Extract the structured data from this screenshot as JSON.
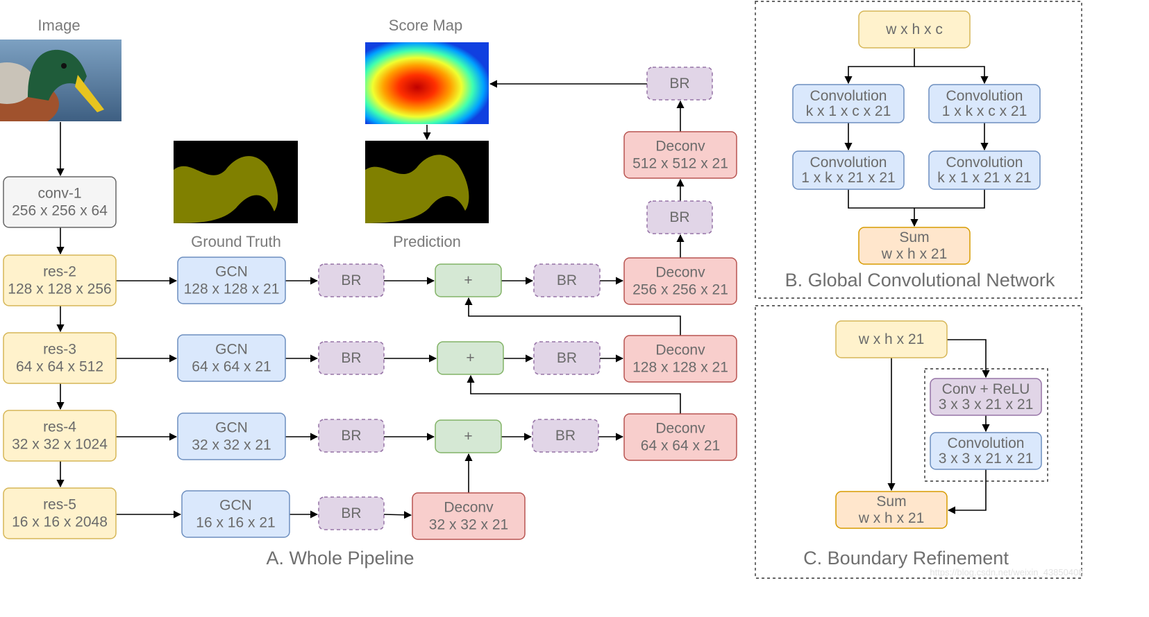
{
  "colors": {
    "yellow_fill": "#fff2cc",
    "yellow_stroke": "#d6b656",
    "blue_fill": "#dae8fc",
    "blue_stroke": "#6c8ebf",
    "red_fill": "#f8cecc",
    "red_stroke": "#b85450",
    "purple_fill": "#e1d5e7",
    "purple_stroke": "#9673a6",
    "green_fill": "#d5e8d4",
    "green_stroke": "#82b366",
    "gray_fill": "#f5f5f5",
    "gray_stroke": "#666666",
    "orange_fill": "#ffe6cc",
    "orange_stroke": "#d79b00",
    "mask_bg": "#000000",
    "mask_fg": "#808000",
    "text": "#6b6b6b"
  },
  "titles": {
    "image": "Image",
    "score_map": "Score Map",
    "ground_truth": "Ground Truth",
    "prediction": "Prediction"
  },
  "sections": {
    "a": "A. Whole Pipeline",
    "b": "B. Global Convolutional Network",
    "c": "C. Boundary Refinement"
  },
  "nodes": {
    "conv1": [
      "conv-1",
      "256 x 256 x 64"
    ],
    "res2": [
      "res-2",
      "128 x 128 x 256"
    ],
    "res3": [
      "res-3",
      "64 x 64 x 512"
    ],
    "res4": [
      "res-4",
      "32 x 32 x 1024"
    ],
    "res5": [
      "res-5",
      "16 x 16 x 2048"
    ],
    "gcn2": [
      "GCN",
      "128 x 128 x 21"
    ],
    "gcn3": [
      "GCN",
      "64 x 64 x 21"
    ],
    "gcn4": [
      "GCN",
      "32 x 32 x 21"
    ],
    "gcn5": [
      "GCN",
      "16 x 16 x 21"
    ],
    "br_a2": [
      "BR"
    ],
    "br_a3": [
      "BR"
    ],
    "br_a4": [
      "BR"
    ],
    "br_a5": [
      "BR"
    ],
    "plus2": [
      "+"
    ],
    "plus3": [
      "+"
    ],
    "plus4": [
      "+"
    ],
    "br_b2": [
      "BR"
    ],
    "br_b3": [
      "BR"
    ],
    "br_b4": [
      "BR"
    ],
    "deconv5": [
      "Deconv",
      "32 x 32 x 21"
    ],
    "deconv4": [
      "Deconv",
      "64 x 64 x 21"
    ],
    "deconv3": [
      "Deconv",
      "128 x 128 x 21"
    ],
    "deconv2": [
      "Deconv",
      "256 x 256 x 21"
    ],
    "br_top1": [
      "BR"
    ],
    "deconv1": [
      "Deconv",
      "512 x 512 x 21"
    ],
    "br_top2": [
      "BR"
    ],
    "gcn_in": [
      "w x h x c"
    ],
    "gcn_c1": [
      "Convolution",
      "k x 1 x c x 21"
    ],
    "gcn_c2": [
      "Convolution",
      "1 x k x c x 21"
    ],
    "gcn_c3": [
      "Convolution",
      "1 x k x 21 x 21"
    ],
    "gcn_c4": [
      "Convolution",
      "k x 1 x 21 x 21"
    ],
    "gcn_sum": [
      "Sum",
      "w x h x 21"
    ],
    "br_in": [
      "w x h x 21"
    ],
    "br_cr": [
      "Conv + ReLU",
      "3 x 3 x 21 x 21"
    ],
    "br_cv": [
      "Convolution",
      "3 x 3 x 21 x 21"
    ],
    "br_sum": [
      "Sum",
      "w x h x 21"
    ]
  },
  "watermark": "https://blog.csdn.net/weixin_43850408"
}
